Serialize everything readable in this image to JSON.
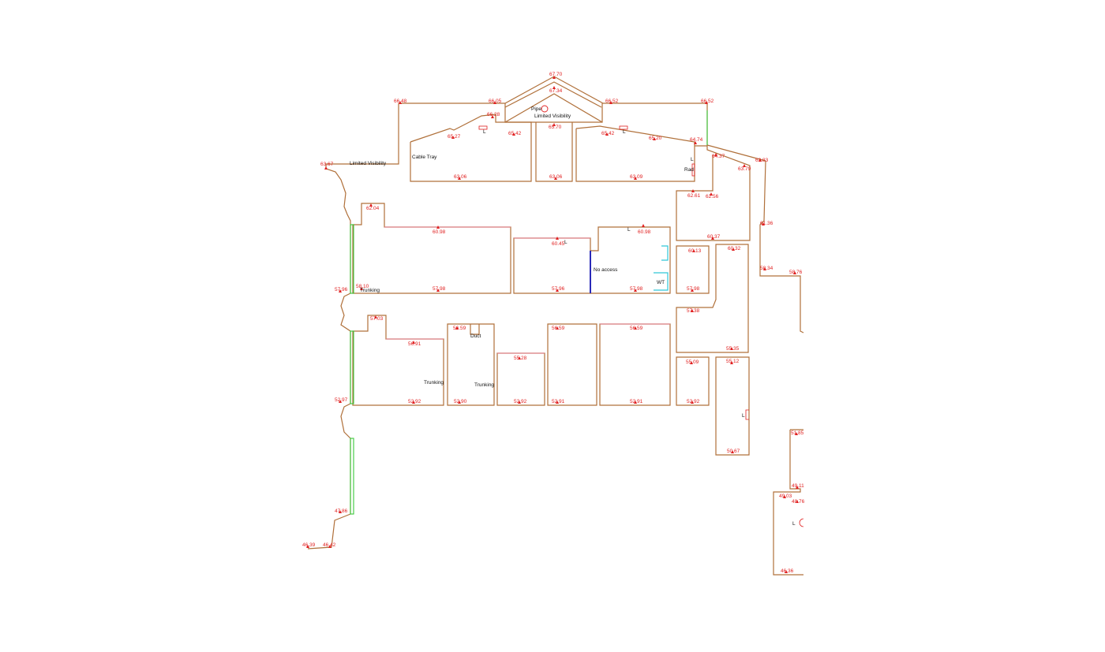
{
  "levels": {
    "l1": "67.70",
    "l2": "67.34",
    "l3": "66.48",
    "l4": "66.05",
    "l5": "66.52",
    "l6": "66.52",
    "l7": "66.28",
    "l8": "65.27",
    "l9": "65.42",
    "l10": "65.70",
    "l11": "65.42",
    "l12": "65.20",
    "l13": "64.74",
    "l14": "64.37",
    "l15": "63.67",
    "l16": "63.83",
    "l17": "63.79",
    "l18": "63.06",
    "l19": "63.06",
    "l20": "63.09",
    "l21": "62.61",
    "l22": "62.56",
    "l23": "62.04",
    "l24": "60.98",
    "l25": "60.98",
    "l26": "60.45",
    "l27": "60.37",
    "l28": "61.36",
    "l29": "60.13",
    "l30": "60.32",
    "l31": "58.34",
    "l32": "58.76",
    "l33": "58.10",
    "l34": "57.96",
    "l35": "57.98",
    "l36": "57.96",
    "l37": "57.98",
    "l38": "57.98",
    "l39": "57.38",
    "l40": "57.03",
    "l41": "56.91",
    "l42": "56.59",
    "l43": "56.59",
    "l44": "56.59",
    "l45": "55.28",
    "l46": "55.35",
    "l47": "55.09",
    "l48": "55.12",
    "l49": "52.97",
    "l50": "52.92",
    "l51": "52.90",
    "l52": "52.92",
    "l53": "52.91",
    "l54": "52.91",
    "l55": "52.92",
    "l56": "50.67",
    "l57": "51.85",
    "l58": "49.11",
    "l59": "49.03",
    "l60": "48.76",
    "l61": "47.86",
    "l62": "46.39",
    "l63": "46.42",
    "l64": "46.36"
  },
  "notes": {
    "pipe": "Pipe",
    "limited_visibility_top": "Limited Visibility",
    "limited_visibility_left": "Limited Visibility",
    "cable_tray": "Cable Tray",
    "rad": "Rad",
    "no_access": "No access",
    "wt": "WT",
    "trunking_1": "Trunking",
    "trunking_2": "Trunking",
    "trunking_3": "Trunking",
    "duct": "Duct",
    "l_1": "L",
    "l_2": "L",
    "l_3": "L",
    "l_4": "L",
    "l_5": "L",
    "l_6": "L",
    "l_7": "L"
  },
  "colors": {
    "wall": "#b0703a",
    "level_text": "#e02020",
    "glazing": "#38c838",
    "no_access_wall": "#2a2ab8",
    "wc_fixture": "#30c8d8"
  }
}
